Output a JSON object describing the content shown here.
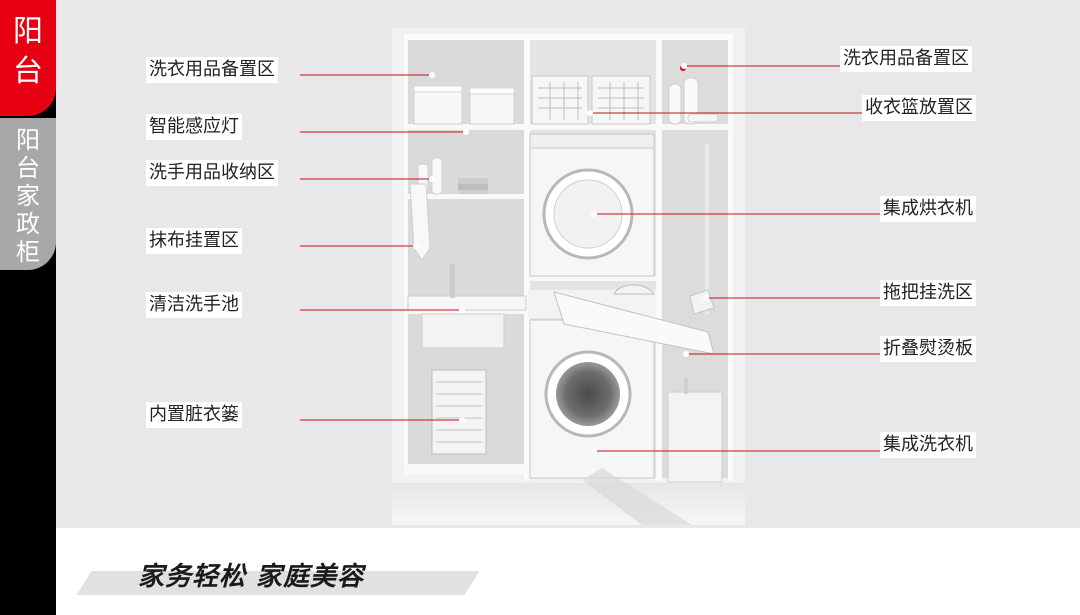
{
  "sidebar": {
    "active_tab": "阳台",
    "section_tab": "阳台家政柜"
  },
  "slogan": "家务轻松  家庭美容",
  "callouts_left": [
    "洗衣用品备置区",
    "智能感应灯",
    "洗手用品收纳区",
    "抹布挂置区",
    "清洁洗手池",
    "内置脏衣篓"
  ],
  "callouts_right": [
    "洗衣用品备置区",
    "收衣篮放置区",
    "集成烘衣机",
    "拖把挂洗区",
    "折叠熨烫板",
    "集成洗衣机"
  ],
  "colors": {
    "accent": "#e60012",
    "leader_line": "#c0111d",
    "sidebar": "#000000",
    "inactive_tab": "#a8a8a8",
    "panel": "#e8e8ea"
  }
}
